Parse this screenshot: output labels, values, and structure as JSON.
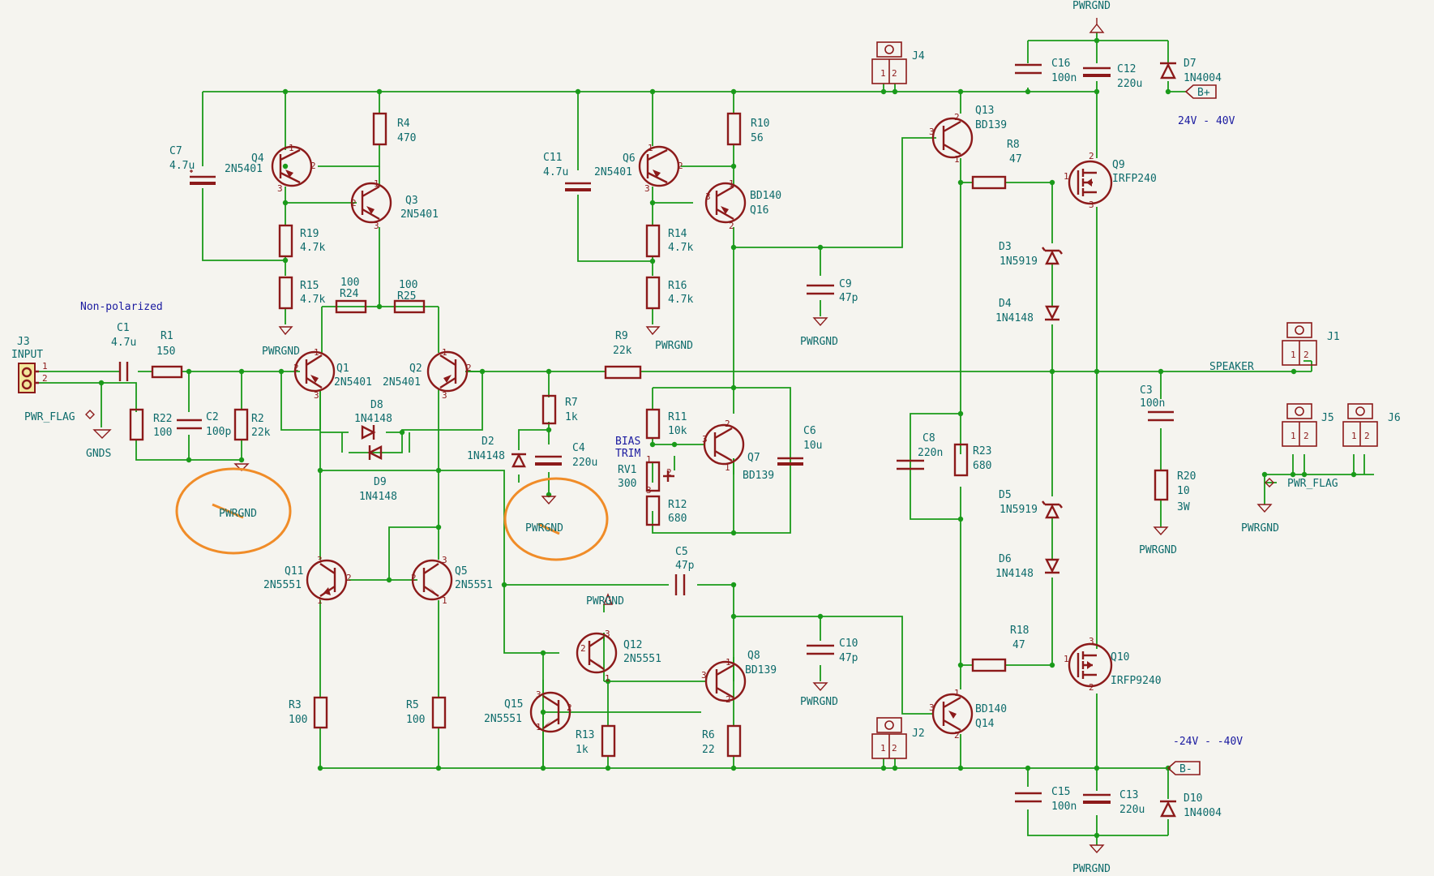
{
  "labels": {
    "non_polarized": "Non-polarized",
    "pwrgnd": "PWRGND",
    "gnds": "GNDS",
    "pwr_flag": "PWR_FLAG",
    "speaker": "SPEAKER",
    "bplus": "B+",
    "bminus": "B-",
    "vpos": "24V - 40V",
    "vneg": "-24V - -40V",
    "bias": "BIAS",
    "trim": "TRIM",
    "input": "INPUT"
  },
  "parts": {
    "J3": "J3",
    "C1": [
      "C1",
      "4.7u"
    ],
    "R1": [
      "R1",
      "150"
    ],
    "R22": [
      "R22",
      "100"
    ],
    "C2": [
      "C2",
      "100p"
    ],
    "R2": [
      "R2",
      "22k"
    ],
    "C7": [
      "C7",
      "4.7u"
    ],
    "Q4": [
      "Q4",
      "2N5401"
    ],
    "Q3": [
      "Q3",
      "2N5401"
    ],
    "R4": [
      "R4",
      "470"
    ],
    "R19": [
      "R19",
      "4.7k"
    ],
    "R15": [
      "R15",
      "4.7k"
    ],
    "R24": [
      "100",
      "R24"
    ],
    "R25": [
      "100",
      "R25"
    ],
    "Q1": [
      "Q1",
      "2N5401"
    ],
    "Q2": [
      "Q2",
      "2N5401"
    ],
    "D8": [
      "D8",
      "1N4148"
    ],
    "D9": [
      "D9",
      "1N4148"
    ],
    "Q11": [
      "Q11",
      "2N5551"
    ],
    "Q5": [
      "Q5",
      "2N5551"
    ],
    "R3": [
      "R3",
      "100"
    ],
    "R5": [
      "R5",
      "100"
    ],
    "R7": [
      "R7",
      "1k"
    ],
    "D2": [
      "D2",
      "1N4148"
    ],
    "C4": [
      "C4",
      "220u"
    ],
    "R9": [
      "R9",
      "22k"
    ],
    "C11": [
      "C11",
      "4.7u"
    ],
    "Q6": [
      "Q6",
      "2N5401"
    ],
    "R14": [
      "R14",
      "4.7k"
    ],
    "R16": [
      "R16",
      "4.7k"
    ],
    "R10": [
      "R10",
      "56"
    ],
    "Q16": [
      "BD140",
      "Q16"
    ],
    "R11": [
      "R11",
      "10k"
    ],
    "RV1": [
      "RV1",
      "300"
    ],
    "R12": [
      "R12",
      "680"
    ],
    "Q7": [
      "Q7",
      "BD139"
    ],
    "C6": [
      "C6",
      "10u"
    ],
    "C5": [
      "C5",
      "47p"
    ],
    "Q12": [
      "Q12",
      "2N5551"
    ],
    "Q15": [
      "Q15",
      "2N5551"
    ],
    "R13": [
      "R13",
      "1k"
    ],
    "R6": [
      "R6",
      "22"
    ],
    "Q8": [
      "Q8",
      "BD139"
    ],
    "C9": [
      "C9",
      "47p"
    ],
    "C10": [
      "C10",
      "47p"
    ],
    "J4": "J4",
    "J2": "J2",
    "Q13": [
      "Q13",
      "BD139"
    ],
    "Q14": [
      "BD140",
      "Q14"
    ],
    "R8": [
      "R8",
      "47"
    ],
    "R18": [
      "R18",
      "47"
    ],
    "D3": [
      "D3",
      "1N5919"
    ],
    "D4": [
      "D4",
      "1N4148"
    ],
    "D5": [
      "D5",
      "1N5919"
    ],
    "D6": [
      "D6",
      "1N4148"
    ],
    "C8": [
      "C8",
      "220n"
    ],
    "R23": [
      "R23",
      "680"
    ],
    "Q9": [
      "Q9",
      "IRFP240"
    ],
    "Q10": [
      "Q10",
      "IRFP9240"
    ],
    "C16": [
      "C16",
      "100n"
    ],
    "C12": [
      "C12",
      "220u"
    ],
    "D7": [
      "D7",
      "1N4004"
    ],
    "C15": [
      "C15",
      "100n"
    ],
    "C13": [
      "C13",
      "220u"
    ],
    "D10": [
      "D10",
      "1N4004"
    ],
    "J1": "J1",
    "C3": [
      "C3",
      "100n"
    ],
    "R20": [
      "R20",
      "10",
      "3W"
    ],
    "J5": "J5",
    "J6": "J6"
  },
  "colors": {
    "wire": "#1a9a1a",
    "part": "#8c1a1a",
    "ref": "#0d6b6b",
    "note": "#1a1aa0",
    "annotation": "#f08c28"
  }
}
